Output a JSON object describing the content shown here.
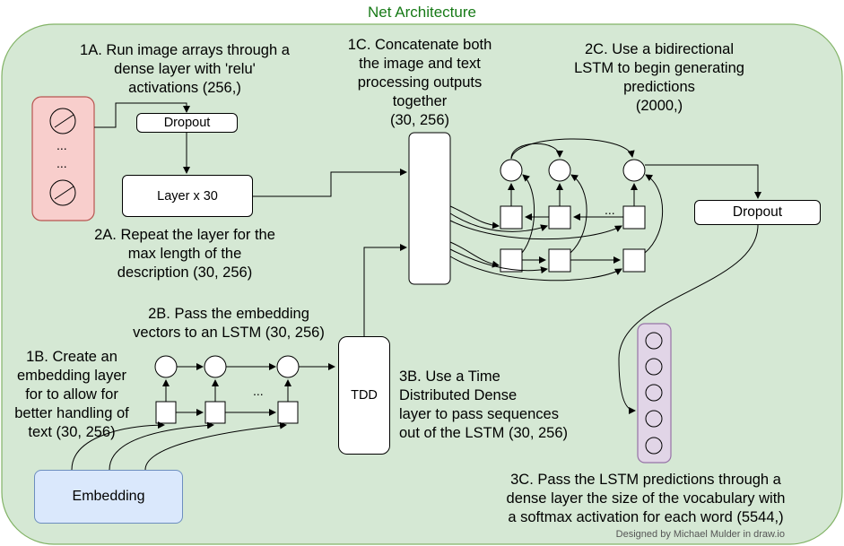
{
  "title": "Net Architecture",
  "credit": "Designed by Michael Mulder in draw.io",
  "colors": {
    "background_panel": "#d5e8d4",
    "panel_border": "#82b366",
    "image_input": "#f8cecc",
    "embedding": "#dae8fc",
    "softmax": "#e1d5e7",
    "title": "#177a17"
  },
  "blocks": {
    "dropout_1": "Dropout",
    "layer_x30": "Layer x 30",
    "tdd": "TDD",
    "embedding": "Embedding",
    "dropout_2": "Dropout"
  },
  "notes": {
    "n1a": [
      "1A. Run image arrays through a",
      "dense layer with 'relu'",
      "activations (256,)"
    ],
    "n2a": [
      "2A. Repeat the layer for the",
      "max length of the",
      "description (30, 256)"
    ],
    "n1c": [
      "1C. Concatenate both",
      "the image and text",
      "processing outputs",
      "together",
      "(30, 256)"
    ],
    "n2c": [
      "2C. Use a bidirectional",
      "LSTM to begin generating",
      "predictions",
      "(2000,)"
    ],
    "n2b": [
      "2B. Pass the embedding",
      "vectors to an LSTM (30, 256)"
    ],
    "n1b": [
      "1B. Create an",
      "embedding layer",
      "for to allow for",
      "better handling of",
      "text (30, 256)"
    ],
    "n3b": [
      "3B. Use a Time",
      "Distributed Dense",
      "layer to pass sequences",
      "out of the LSTM (30, 256)"
    ],
    "n3c": [
      "3C. Pass the LSTM predictions through a",
      "dense layer the size of the vocabulary with",
      "a softmax activation for each word (5544,)"
    ]
  },
  "ellipsis": "..."
}
